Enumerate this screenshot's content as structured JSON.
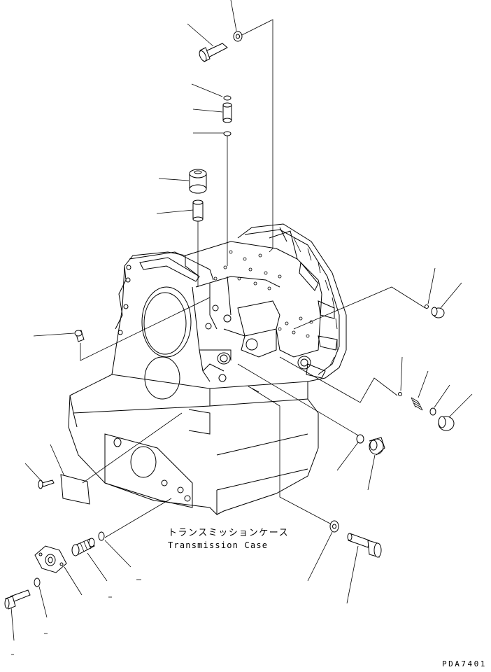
{
  "labels": {
    "title_jp": "トランスミッションケース",
    "title_en": "Transmission Case",
    "drawing_code": "PDA7401"
  }
}
